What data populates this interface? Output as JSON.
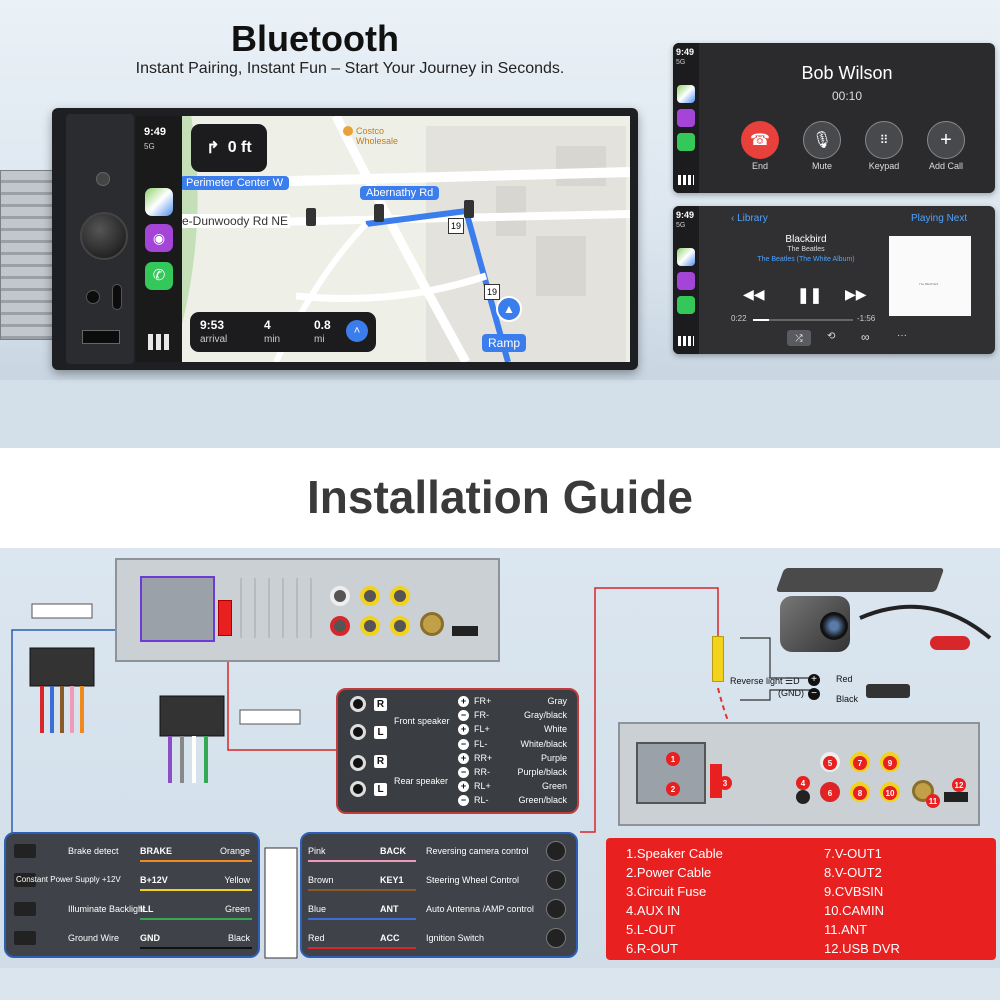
{
  "hero": {
    "title": "Bluetooth",
    "subtitle": "Instant Pairing, Instant Fun – Start Your Journey in Seconds."
  },
  "carplay": {
    "time": "9:49",
    "signal": "5G",
    "nav_distance": "0 ft",
    "place": "Costco Wholesale",
    "road_1": "Perimeter Center W",
    "road_2": "Abernathy Rd",
    "road_3": "e-Dunwoody Rd NE",
    "route_19": "19",
    "ramp": "Ramp",
    "eta": {
      "arrival_value": "9:53",
      "arrival_label": "arrival",
      "min_value": "4",
      "min_label": "min",
      "mi_value": "0.8",
      "mi_label": "mi"
    }
  },
  "call_screen": {
    "time": "9:49",
    "signal": "5G",
    "caller": "Bob Wilson",
    "duration": "00:10",
    "buttons": [
      {
        "label": "End",
        "icon": "end-call-icon",
        "color": "#e8413b"
      },
      {
        "label": "Mute",
        "icon": "mute-icon",
        "color": "#48494d"
      },
      {
        "label": "Keypad",
        "icon": "keypad-icon",
        "color": "#48494d"
      },
      {
        "label": "Add Call",
        "icon": "add-call-icon",
        "color": "#48494d"
      }
    ]
  },
  "music_screen": {
    "time": "9:49",
    "signal": "5G",
    "library": "Library",
    "playing_next": "Playing Next",
    "track": "Blackbird",
    "artist": "The Beatles",
    "album": "The Beatles (The White Album)",
    "elapsed": "0:22",
    "remaining": "-1:56",
    "progress": 0.16,
    "album_art_text": "The BEATLES"
  },
  "installation": {
    "title": "Installation Guide",
    "speaker_panel": {
      "front_label": "Front speaker",
      "rear_label": "Rear speaker",
      "rows": [
        {
          "side": "R",
          "sign": "+",
          "code": "FR+",
          "color": "Gray"
        },
        {
          "side": "",
          "sign": "−",
          "code": "FR-",
          "color": "Gray/black"
        },
        {
          "side": "L",
          "sign": "+",
          "code": "FL+",
          "color": "White"
        },
        {
          "side": "",
          "sign": "−",
          "code": "FL-",
          "color": "White/black"
        },
        {
          "side": "R",
          "sign": "+",
          "code": "RR+",
          "color": "Purple"
        },
        {
          "side": "",
          "sign": "−",
          "code": "RR-",
          "color": "Purple/black"
        },
        {
          "side": "L",
          "sign": "+",
          "code": "RL+",
          "color": "Green"
        },
        {
          "side": "",
          "sign": "−",
          "code": "RL-",
          "color": "Green/black"
        }
      ]
    },
    "left_panel": [
      {
        "desc": "Brake detect",
        "code": "BRAKE",
        "color": "Orange",
        "wire": "#f08a1c",
        "icon": "brake-icon"
      },
      {
        "desc": "Constant Power Supply +12V",
        "code": "B+12V",
        "color": "Yellow",
        "wire": "#f2d21b",
        "icon": "power-icon"
      },
      {
        "desc": "Illuminate Backlight",
        "code": "ILL",
        "color": "Green",
        "wire": "#35a853",
        "icon": "backlight-icon"
      },
      {
        "desc": "Ground Wire",
        "code": "GND",
        "color": "Black",
        "wire": "#111111",
        "icon": "battery-icon"
      }
    ],
    "right_panel": [
      {
        "color": "Pink",
        "code": "BACK",
        "desc": "Reversing camera control",
        "wire": "#f19ab8",
        "icon": "camera-icon"
      },
      {
        "color": "Brown",
        "code": "KEY1",
        "desc": "Steering Wheel Control",
        "wire": "#8b5a2b",
        "icon": "steering-icon"
      },
      {
        "color": "Blue",
        "code": "ANT",
        "desc": "Auto Antenna /AMP control",
        "wire": "#3a6fd8",
        "icon": "antenna-icon"
      },
      {
        "color": "Red",
        "code": "ACC",
        "desc": "Ignition Switch",
        "wire": "#d8272a",
        "icon": "ignition-icon"
      }
    ],
    "camera": {
      "reverse_light": "Reverse light",
      "gnd": "(GND)",
      "red": "Red",
      "black": "Black"
    },
    "ports": [
      "1.Speaker Cable",
      "2.Power Cable",
      "3.Circuit Fuse",
      "4.AUX IN",
      "5.L-OUT",
      "6.R-OUT",
      "7.V-OUT1",
      "8.V-OUT2",
      "9.CVBSIN",
      "10.CAMIN",
      "11.ANT",
      "12.USB DVR"
    ],
    "port_numbers": [
      "1",
      "2",
      "3",
      "4",
      "5",
      "6",
      "7",
      "8",
      "9",
      "10",
      "11",
      "12"
    ]
  }
}
